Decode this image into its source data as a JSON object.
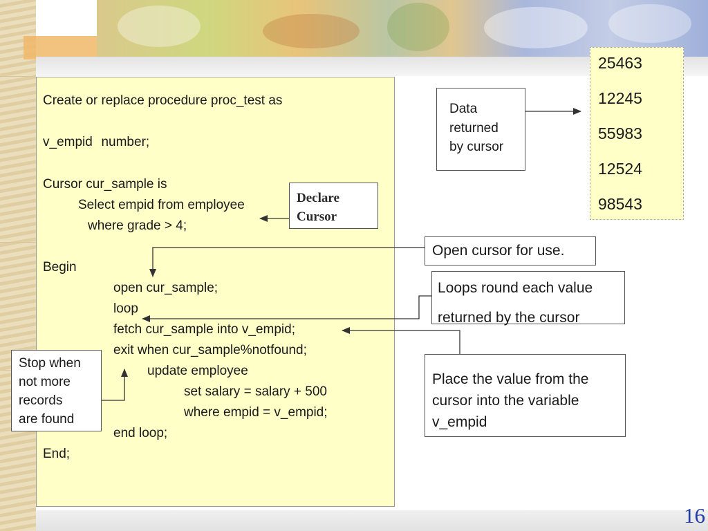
{
  "code_lines": [
    "Create or replace procedure proc_test as",
    "v_empid\tnumber;",
    "Cursor cur_sample is",
    "Select empid from employee",
    "where grade > 4;",
    "Begin",
    "open cur_sample;",
    "loop",
    "fetch cur_sample into v_empid;",
    "exit when cur_sample%notfound;",
    "update employee",
    "set salary = salary + 500",
    "where empid = v_empid;",
    "end loop;",
    "End;"
  ],
  "callouts": {
    "declare_cursor": [
      "Declare",
      "Cursor"
    ],
    "data_returned": [
      "Data",
      "returned",
      "by cursor"
    ],
    "open_cursor": "Open cursor for use.",
    "loops_round": [
      "Loops round each value",
      "returned by the cursor"
    ],
    "place_value": [
      "Place the value from the",
      "cursor into the variable",
      "v_empid"
    ],
    "stop_when": [
      "Stop when",
      "not more",
      "records",
      "are found"
    ]
  },
  "returned_values": [
    "25463",
    "12245",
    "55983",
    "12524",
    "98543"
  ],
  "page_number": "16",
  "colors": {
    "panel_fill": "#ffffc8",
    "page_number": "#1f3aa8",
    "arrow": "#333333"
  }
}
